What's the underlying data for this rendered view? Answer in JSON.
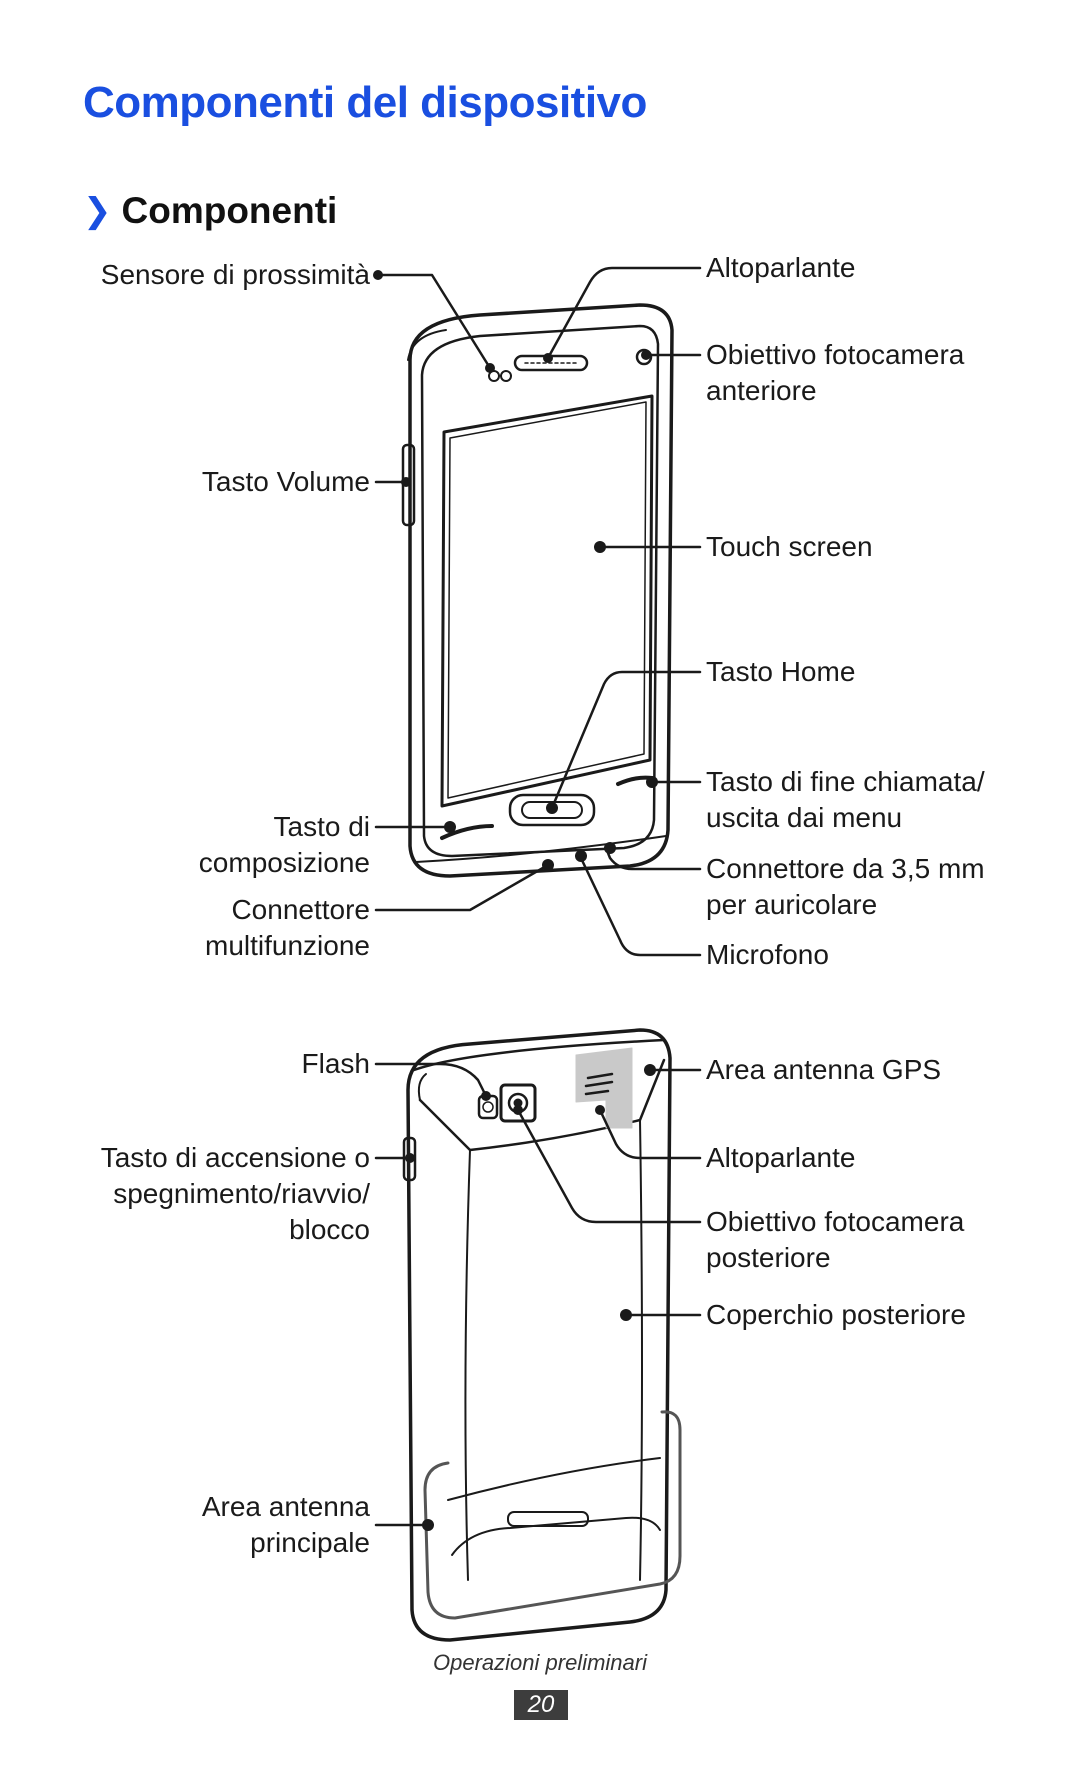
{
  "page_title": "Componenti del dispositivo",
  "section": {
    "chevron": "❯",
    "heading": "Componenti"
  },
  "front_labels": {
    "proximity_sensor": "Sensore di prossimità",
    "volume_key": "Tasto Volume",
    "dial_key": [
      "Tasto di",
      "composizione"
    ],
    "multifunction_jack": [
      "Connettore",
      "multifunzione"
    ],
    "speaker": "Altoparlante",
    "front_camera": [
      "Obiettivo fotocamera",
      "anteriore"
    ],
    "touch_screen": "Touch screen",
    "home_key": "Tasto Home",
    "end_key": [
      "Tasto di fine chiamata/",
      "uscita dai menu"
    ],
    "headset_jack": [
      "Connettore da 3,5 mm",
      "per auricolare"
    ],
    "microphone": "Microfono"
  },
  "back_labels": {
    "flash": "Flash",
    "power_key": [
      "Tasto di accensione o",
      "spegnimento/riavvio/",
      "blocco"
    ],
    "main_antenna": [
      "Area antenna",
      "principale"
    ],
    "gps_antenna": "Area antenna GPS",
    "speaker": "Altoparlante",
    "rear_camera": [
      "Obiettivo fotocamera",
      "posteriore"
    ],
    "back_cover": "Coperchio posteriore"
  },
  "footer": {
    "section_name": "Operazioni preliminari",
    "page_number": "20"
  }
}
